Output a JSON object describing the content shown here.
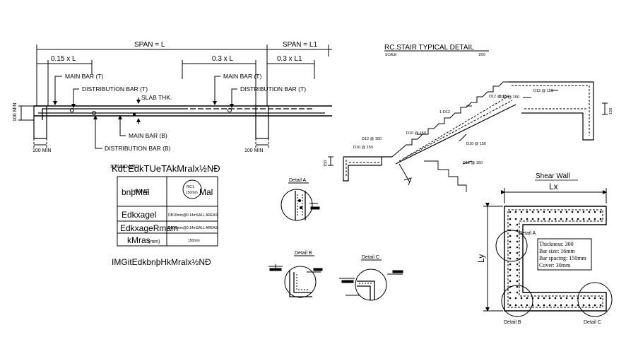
{
  "beam": {
    "span_l": "SPAN = L",
    "span_l1": "SPAN = L1",
    "dim_015l": "0.15 x L",
    "dim_03l": "0.3 x L",
    "dim_03l1": "0.3 x L1",
    "main_bar_t_1": "MAIN BAR (T)",
    "main_bar_t_2": "MAIN BAR (T)",
    "dist_bar_t_1": "DISTRIBUTION BAR (T)",
    "dist_bar_t_2": "DISTRIBUTION BAR (T)",
    "slab_thk": "SLAB THK.",
    "main_bar_b": "MAIN BAR (B)",
    "dist_bar_b": "DISTRIBUTION BAR (B)",
    "min_100_left": "100 MIN",
    "min_100_bottom_left": "100 MIN",
    "min_100_bottom_mid": "100 MIN"
  },
  "table": {
    "heading": "Kdt:EdkTUeTAkMralx½NÐ",
    "heading_overlay": "STANDARD",
    "r1c1": "bnþMal",
    "r1c1_overlay": "NAME",
    "r1c2_circle": "RC1",
    "r1c2_circle_sub": "150mm",
    "r1c2_text": "Mal",
    "r2c1": "Edkxagel",
    "r2c2": "DB10mm@0.14mSALL AREAS",
    "r3c1": "EdkxageRmam",
    "r3c2": "DB10mm@0.14mSALL AREAS",
    "r4c1": "kMras",
    "r4c1_overlay": "(mm)",
    "r4c2": "150mm",
    "footer": "IMGitEdkbnþHkMralx½NÐ"
  },
  "details": {
    "a": "Detail A",
    "b": "Detail B",
    "c": "Detail C"
  },
  "stair": {
    "title": "RC.STAIR  TYPICAL  DETAIL",
    "scale_label": "SCALE",
    "scale_value": "1/50",
    "labels": [
      "D12 @ 150",
      "D10 @ 150",
      "1-D12",
      "D10 @ 150",
      "D12 @ 150",
      "D10 @ 150",
      "D10 @ 150",
      "D12 @ 150",
      "D12 @ 150",
      "150",
      "150"
    ]
  },
  "shear_wall": {
    "title": "Shear Wall",
    "lx": "Lx",
    "ly": "Ly",
    "detail_a": "Detail A",
    "detail_b": "Detail B",
    "detail_c": "Detail C",
    "notes": [
      "Thickness: 300",
      "Bar size: 16mm",
      "Bar spacing: 150mm",
      "Cover: 30mm"
    ]
  }
}
